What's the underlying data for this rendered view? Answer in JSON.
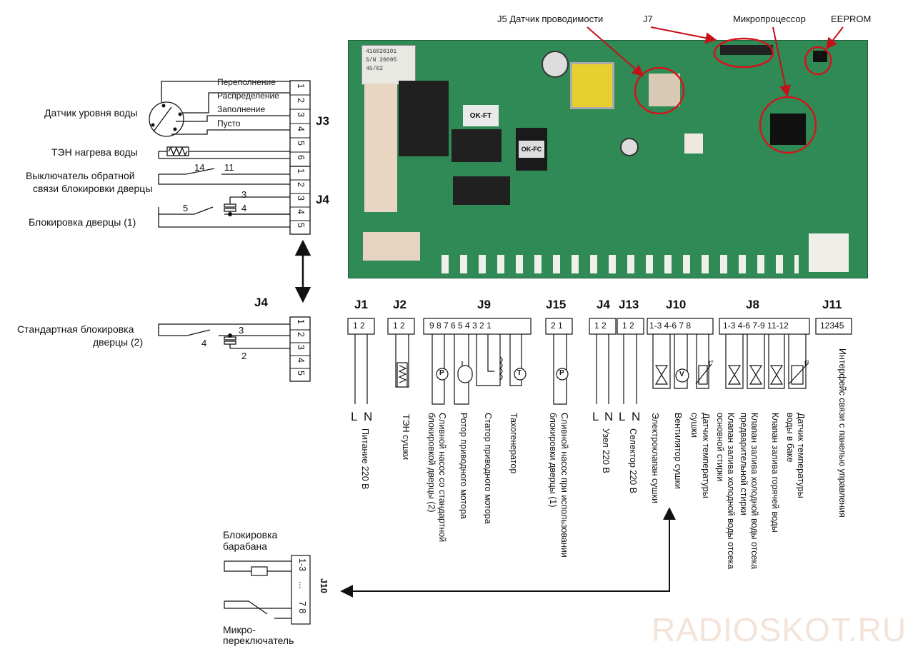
{
  "top_labels": {
    "j5": "J5  Датчик проводимости",
    "j7": "J7",
    "mcu": "Микропроцессор",
    "eeprom": "EEPROM"
  },
  "board": {
    "sticker_lines": [
      "416020101",
      "S/N 20095",
      "45/02"
    ],
    "relay1": "OK-FT",
    "relay2": "OK-FC",
    "image_colors": {
      "pcb": "#2f8a55",
      "highlight": "#d4141c"
    }
  },
  "j3": {
    "label": "J3",
    "lines": [
      "Переполнение",
      "Распределение",
      "Заполнение",
      "Пусто"
    ],
    "pins": [
      "1",
      "2",
      "3",
      "4",
      "5",
      "6"
    ],
    "sensor": "Датчик уровня воды",
    "heater": "ТЭН нагрева воды"
  },
  "j4_top": {
    "label": "J4",
    "switch_text_1": "Выключатель обратной",
    "switch_text_2": "связи блокировки дверцы",
    "n14": "14",
    "n11": "11",
    "n3": "3",
    "n4": "4",
    "n5": "5",
    "lock": "Блокировка дверцы (1)",
    "pins": [
      "1",
      "2",
      "3",
      "4",
      "5"
    ]
  },
  "j4_std": {
    "label": "J4",
    "text_1": "Стандартная блокировка",
    "text_2": "дверцы (2)",
    "n3": "3",
    "n4": "4",
    "n2": "2",
    "pins": [
      "1",
      "2",
      "3",
      "4",
      "5"
    ]
  },
  "connectors": [
    {
      "id": "J1",
      "pins": "1  2"
    },
    {
      "id": "J2",
      "pins": "1  2"
    },
    {
      "id": "J9",
      "pins": "9  8  7  6  5  4  3  2  1"
    },
    {
      "id": "J15",
      "pins": "2  1"
    },
    {
      "id": "J4",
      "pins": "1  2"
    },
    {
      "id": "J13",
      "pins": "1  2"
    },
    {
      "id": "J10",
      "pins": "1-3    4-6   7   8"
    },
    {
      "id": "J8",
      "pins": "1-3    4-6  7-9  11-12"
    },
    {
      "id": "J11",
      "pins": "12345"
    }
  ],
  "symbols": {
    "pump": "P",
    "tacho": "T",
    "fan": "V",
    "temp": "t°"
  },
  "ln": {
    "l": "L",
    "n": "N"
  },
  "descriptions": {
    "j1": "Питание 220 В",
    "j2": "ТЭН сушки",
    "j9_pump_1": "Сливной насос со стандартной",
    "j9_pump_2": "блокировкой дверцы (2)",
    "j9_rotor": "Ротор приводного мотора",
    "j9_stator": "Статор приводного мотора",
    "j9_tacho": "Тахогенератор",
    "j15_1": "Сливной насос при использовании",
    "j15_2": "блокировки дверцы (1)",
    "j4": "Узел  220 В",
    "j13": "Селектор  220 В",
    "j10_valve": "Электроклапан сушки",
    "j10_fan": "Вентилятор сушки",
    "j10_temp_1": "Датчик температуры",
    "j10_temp_2": "сушки",
    "j8_cold_main_1": "Клапан залива холодной воды отсека",
    "j8_cold_main_2": "основной стирки",
    "j8_cold_pre_1": "Клапан залива холодной воды отсека",
    "j8_cold_pre_2": "предварительной стирки",
    "j8_hot": "Клапан залива горячей воды",
    "j8_temp_1": "Датчик температуры",
    "j8_temp_2": "воды в баке",
    "j11": "Интерфейс связи с панелью управления"
  },
  "j10_bottom": {
    "label": "J10",
    "drum_1": "Блокировка",
    "drum_2": "барабана",
    "micro_1": "Микро-",
    "micro_2": "переключатель",
    "pin_top": "1-3",
    "pin_dots": "...",
    "pin_bot": "7 8"
  },
  "watermark": "RADIOSKOT.RU"
}
